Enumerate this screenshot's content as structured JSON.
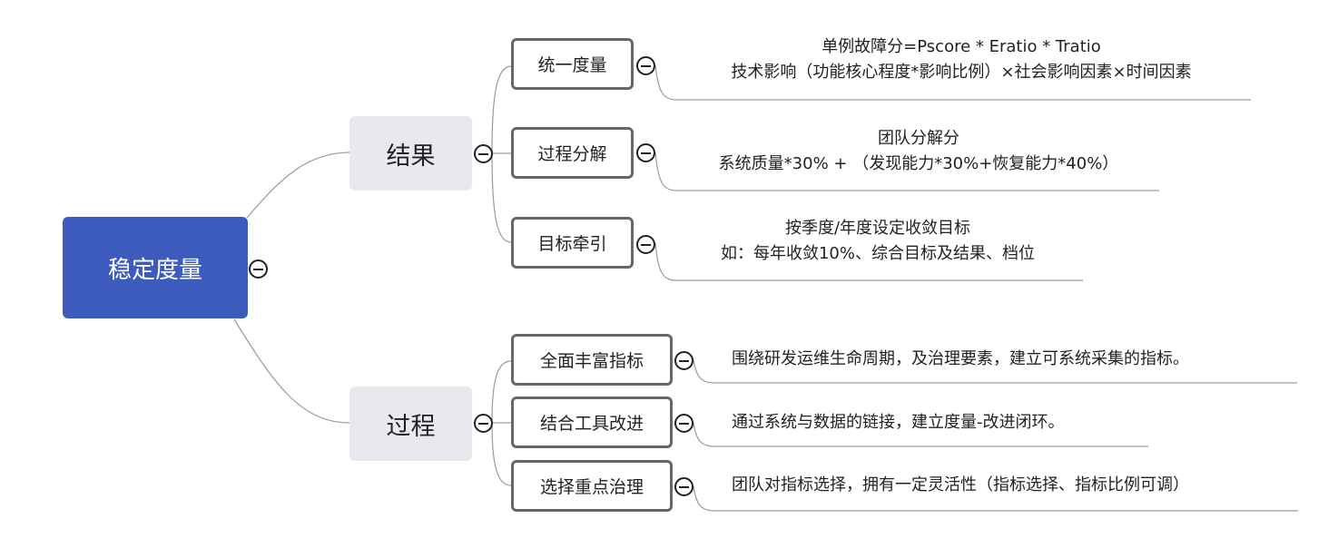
{
  "root": {
    "label": "稳定度量"
  },
  "branches": [
    {
      "label": "结果",
      "children": [
        {
          "label": "统一度量",
          "text": [
            "单例故障分=Pscore * Eratio * Tratio",
            "技术影响（功能核心程度*影响比例）×社会影响因素×时间因素"
          ]
        },
        {
          "label": "过程分解",
          "text": [
            "团队分解分",
            "系统质量*30% + （发现能力*30%+恢复能力*40%）"
          ]
        },
        {
          "label": "目标牵引",
          "text": [
            "按季度/年度设定收敛目标",
            "如：每年收敛10%、综合目标及结果、档位"
          ]
        }
      ]
    },
    {
      "label": "过程",
      "children": [
        {
          "label": "全面丰富指标",
          "text": [
            "围绕研发运维生命周期，及治理要素，建立可系统采集的指标。"
          ]
        },
        {
          "label": "结合工具改进",
          "text": [
            "通过系统与数据的链接，建立度量-改进闭环。"
          ]
        },
        {
          "label": "选择重点治理",
          "text": [
            "团队对指标选择，拥有一定灵活性（指标选择、指标比例可调）"
          ]
        }
      ]
    }
  ],
  "colors": {
    "root_fill": "#3d5bbd",
    "branch_fill": "#e8e9ee",
    "node_border": "#676767",
    "connector": "#9a9a9a"
  }
}
